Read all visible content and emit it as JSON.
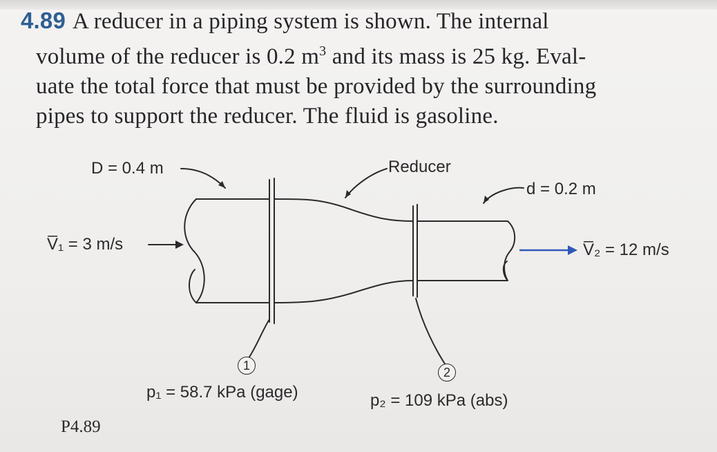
{
  "problem": {
    "number": "4.89",
    "lines": [
      "A reducer in a piping system is shown. The internal",
      "volume of the reducer is 0.2 m",
      "and its mass is 25 kg. Eval-",
      "uate the total force that must be provided by the surrounding",
      "pipes to support the reducer. The fluid is gasoline."
    ],
    "superscript": "3"
  },
  "figure": {
    "label_D": "D = 0.4 m",
    "label_reducer": "Reducer",
    "label_d": "d = 0.2 m",
    "label_V1": "V̅₁ = 3 m/s",
    "label_V2": "V̅₂ = 12 m/s",
    "station_1": "1",
    "station_2": "2",
    "label_p1": "p₁ = 58.7 kPa (gage)",
    "label_p2": "p₂ = 109 kPa (abs)",
    "caption": "P4.89",
    "colors": {
      "problem_number": "#2f5f93",
      "outflow_arrow": "#2f58b8",
      "ink": "#2a2a2c"
    }
  }
}
